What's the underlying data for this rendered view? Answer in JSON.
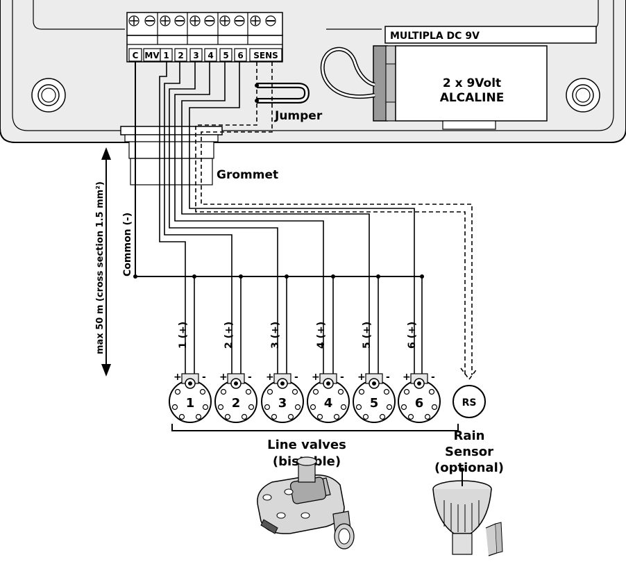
{
  "battery": {
    "model": "MULTIPLA DC 9V",
    "line1": "2 x 9Volt",
    "line2": "ALCALINE"
  },
  "terminals": [
    "C",
    "MV",
    "1",
    "2",
    "3",
    "4",
    "5",
    "6",
    "SENS"
  ],
  "labels": {
    "jumper": "Jumper",
    "grommet": "Grommet",
    "common": "Common (-)",
    "max_length": "max 50 m (cross section 1.5  mm²)",
    "rs": "RS",
    "rain_sensor": [
      "Rain",
      "Sensor",
      "(optional)"
    ],
    "line_valves": [
      "Line valves",
      "(bistable)"
    ]
  },
  "valves": [
    {
      "num": "1",
      "wire": "1 (+)"
    },
    {
      "num": "2",
      "wire": "2 (+)"
    },
    {
      "num": "3",
      "wire": "3 (+)"
    },
    {
      "num": "4",
      "wire": "4 (+)"
    },
    {
      "num": "5",
      "wire": "5 (+)"
    },
    {
      "num": "6",
      "wire": "6 (+)"
    }
  ],
  "polarity": {
    "plus": "+",
    "minus": "-"
  }
}
